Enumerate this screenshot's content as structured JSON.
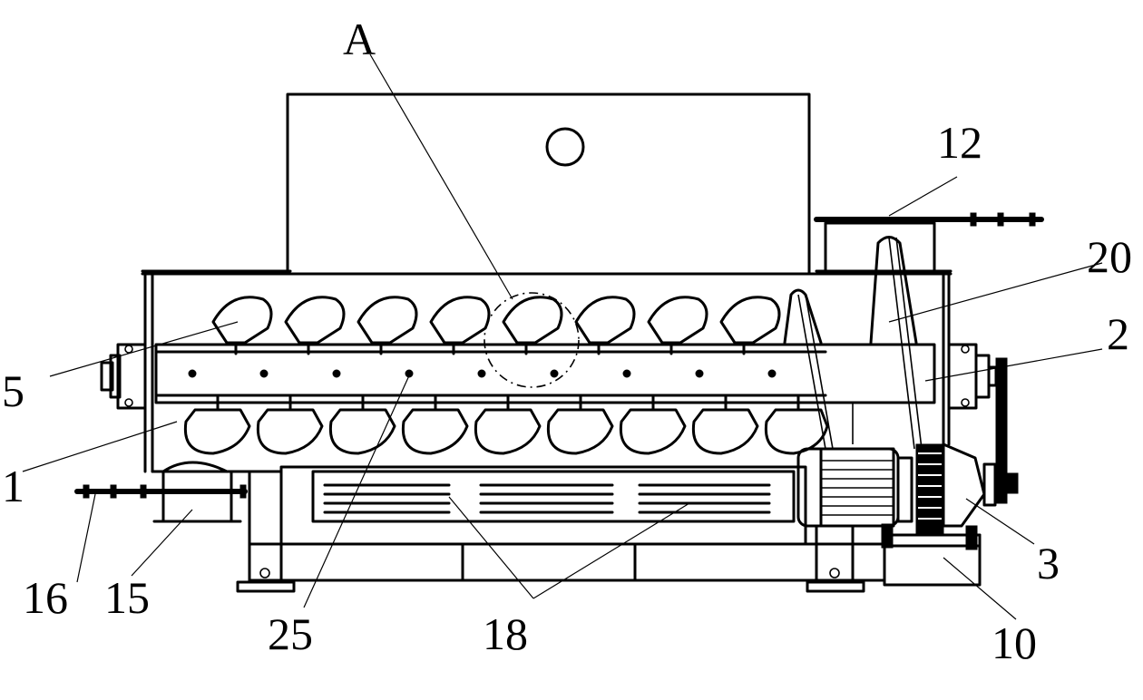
{
  "labels": {
    "A": "A",
    "n12": "12",
    "n20": "20",
    "n2": "2",
    "n5": "5",
    "n1": "1",
    "n3": "3",
    "n16": "16",
    "n15": "15",
    "n25": "25",
    "n18": "18",
    "n10": "10"
  }
}
